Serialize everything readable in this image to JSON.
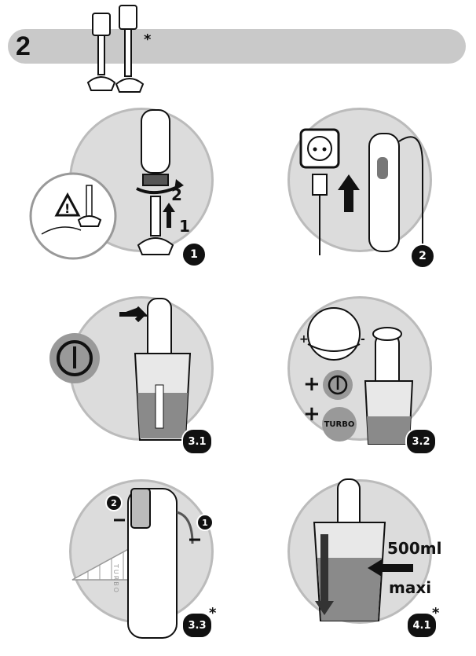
{
  "section": {
    "number": "2",
    "asterisk": "*"
  },
  "steps": [
    {
      "badge": "1",
      "arrow1": "1",
      "arrow2": "2"
    },
    {
      "badge": "2"
    },
    {
      "badge": "3.1"
    },
    {
      "badge": "3.2",
      "plus": "+",
      "minus": "-",
      "turbo": "TURBO"
    },
    {
      "badge": "3.3",
      "asterisk": "*",
      "turbo_vertical": "TURBO",
      "callout1": "1",
      "callout2": "2"
    },
    {
      "badge": "4.1",
      "asterisk": "*",
      "capacity": "500ml",
      "maxi": "maxi"
    }
  ]
}
